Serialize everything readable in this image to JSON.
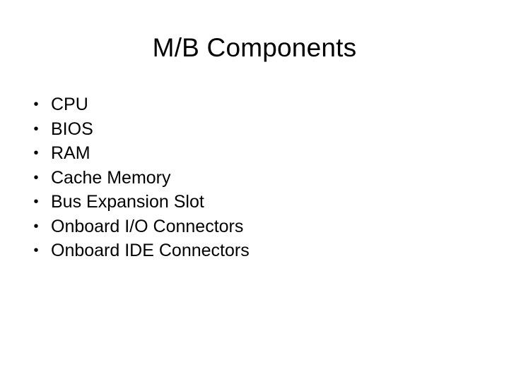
{
  "slide": {
    "title": "M/B Components",
    "bullet_glyph": "•",
    "items": [
      "CPU",
      "BIOS",
      "RAM",
      "Cache Memory",
      "Bus Expansion Slot",
      "Onboard I/O Connectors",
      "Onboard IDE Connectors"
    ]
  }
}
